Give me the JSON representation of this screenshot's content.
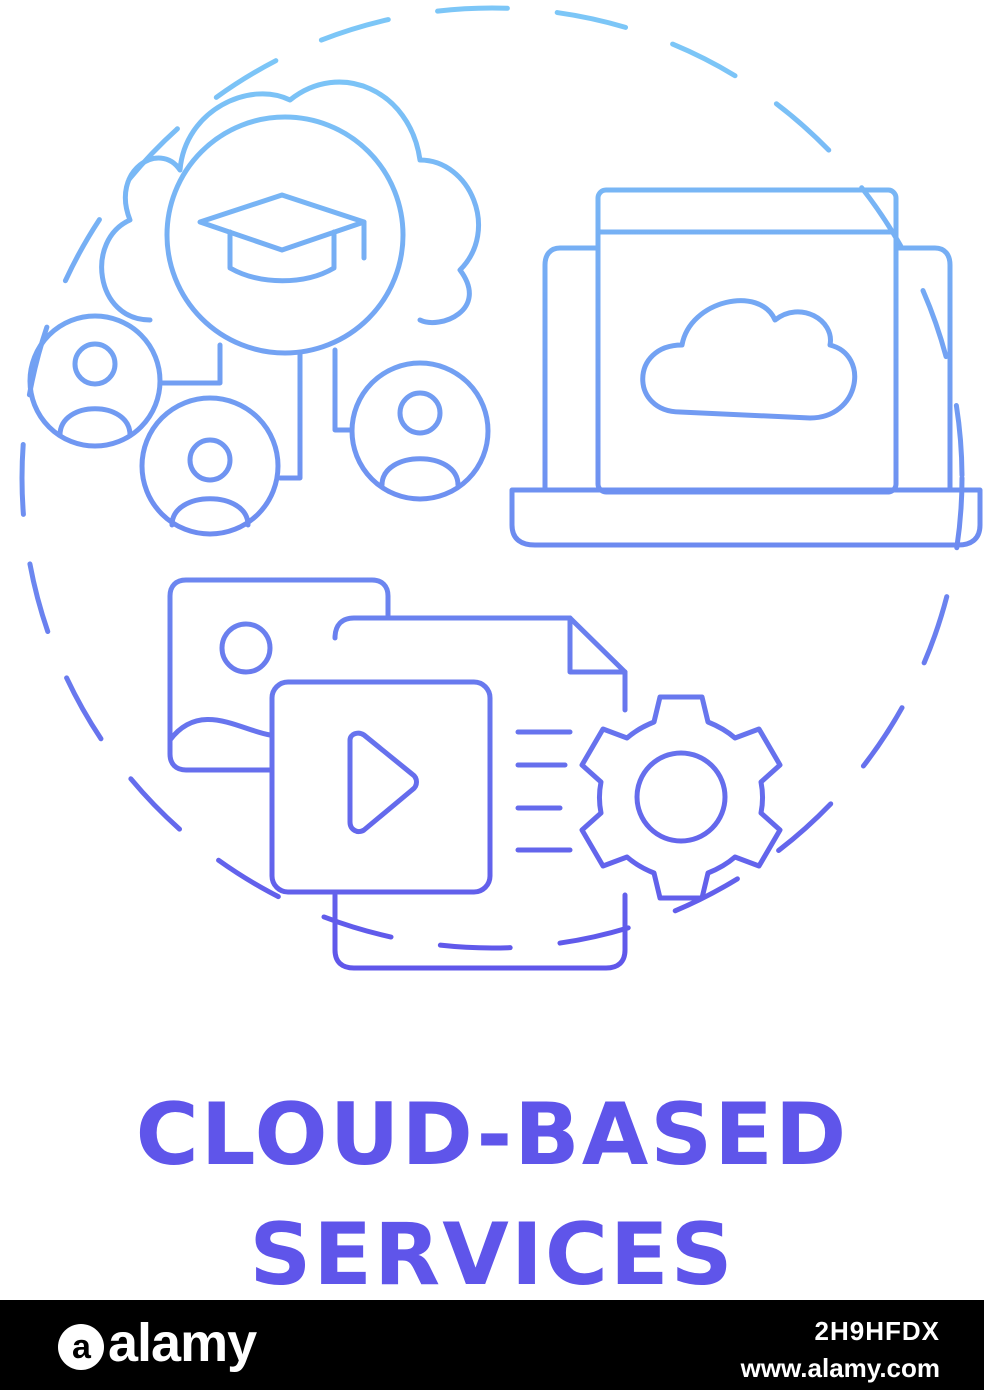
{
  "caption": {
    "line1": "CLOUD-BASED",
    "line2": "SERVICES"
  },
  "colors": {
    "gradient_top": "#7cc6f7",
    "gradient_bottom": "#5f55ea",
    "footer_bg": "#000000",
    "footer_text": "#ffffff"
  },
  "icons": [
    "dashed-circle-frame",
    "cloud-with-graduation-cap-icon",
    "user-avatar-icon",
    "laptop-with-cloud-icon",
    "image-file-icon",
    "video-play-file-icon",
    "document-file-icon",
    "gear-icon"
  ],
  "footer": {
    "logo": "alamy",
    "image_id": "2H9HFDX",
    "url": "www.alamy.com"
  }
}
